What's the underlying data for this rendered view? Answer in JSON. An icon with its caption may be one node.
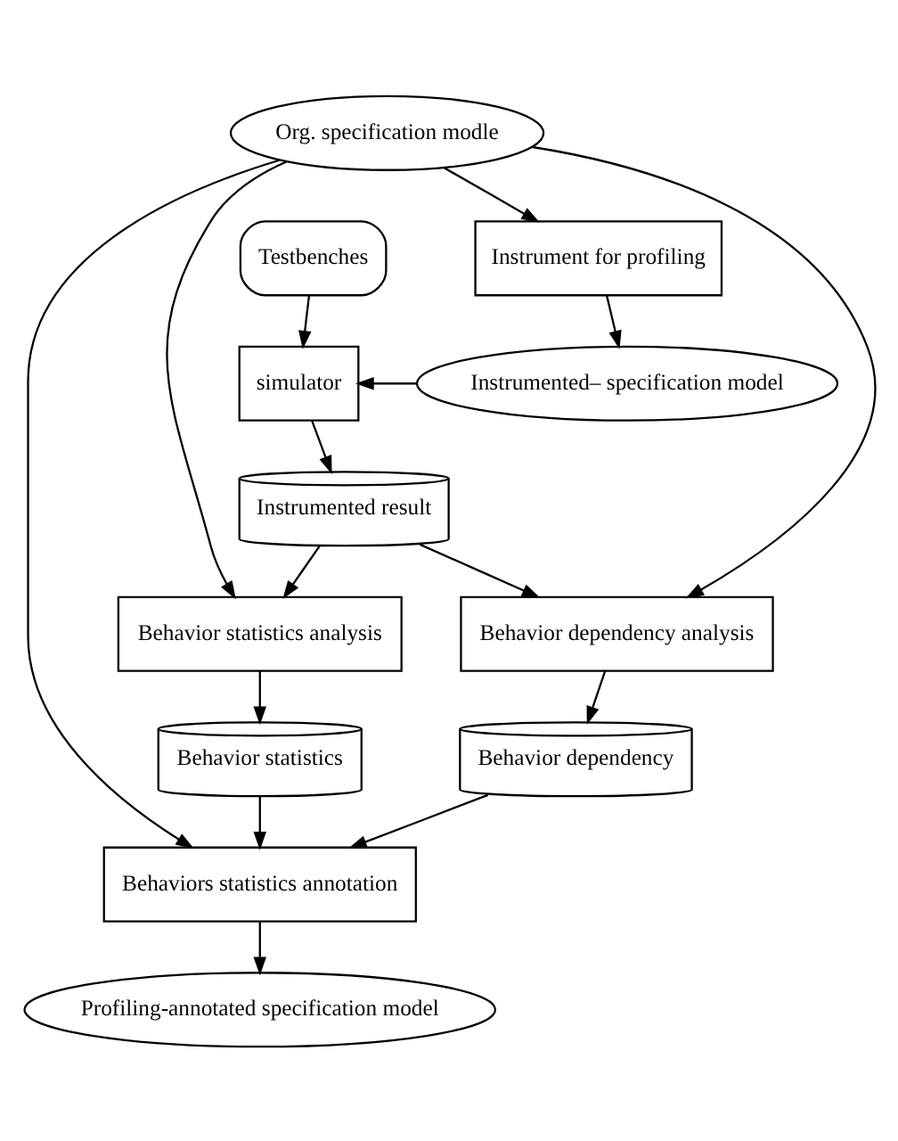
{
  "diagram": {
    "nodes": [
      {
        "text": [
          "Org. specification modle"
        ]
      },
      {
        "text": [
          "Instrument for profiling"
        ]
      },
      {
        "text": [
          "Instrumented– specification model"
        ]
      },
      {
        "text": [
          "Testbenches"
        ]
      },
      {
        "text": [
          "simulator"
        ]
      },
      {
        "text": [
          "Instrumented result"
        ]
      },
      {
        "text": [
          "Behavior statistics analysis"
        ]
      },
      {
        "text": [
          "Behavior statistics"
        ]
      },
      {
        "text": [
          "Behavior dependency analysis"
        ]
      },
      {
        "text": [
          "Behavior dependency"
        ]
      },
      {
        "text": [
          "Behaviors statistics annotation"
        ]
      },
      {
        "text": [
          "Profiling-annotated specification model"
        ]
      }
    ],
    "edges": [
      {
        "from": 0,
        "to": 1,
        "arrow": "to"
      },
      {
        "from": 1,
        "to": 2,
        "arrow": "to"
      },
      {
        "from": 2,
        "to": 4,
        "arrow": "to"
      },
      {
        "from": 3,
        "to": 4,
        "arrow": "to"
      },
      {
        "from": 4,
        "to": 5,
        "arrow": "to"
      },
      {
        "from": 5,
        "to": 6,
        "arrow": "to"
      },
      {
        "from": 5,
        "to": 8,
        "arrow": "to"
      },
      {
        "from": 0,
        "to": 6,
        "arrow": "to"
      },
      {
        "from": 0,
        "to": 8,
        "arrow": "to"
      },
      {
        "from": 0,
        "to": 10,
        "arrow": "to"
      },
      {
        "from": 6,
        "to": 7,
        "arrow": "to"
      },
      {
        "from": 8,
        "to": 9,
        "arrow": "to"
      },
      {
        "from": 7,
        "to": 10,
        "arrow": "to"
      },
      {
        "from": 9,
        "to": 10,
        "arrow": "to"
      },
      {
        "from": 10,
        "to": 11,
        "arrow": "to"
      }
    ]
  }
}
